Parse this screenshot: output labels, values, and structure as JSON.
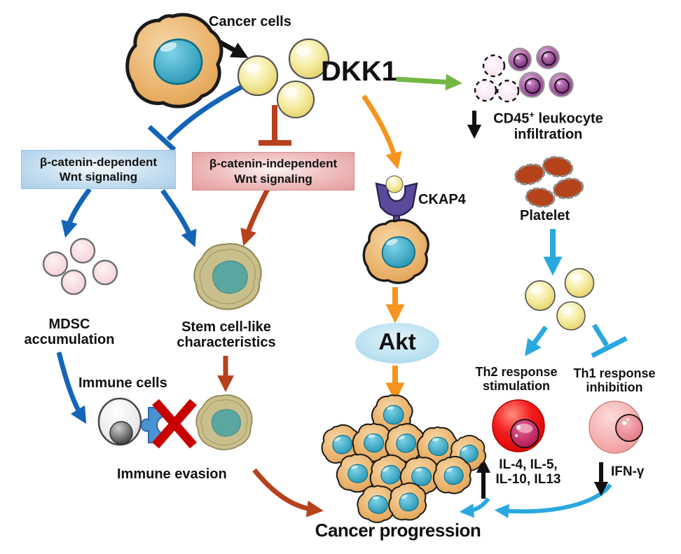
{
  "diagram": {
    "title_entity": "DKK1 signaling pathway diagram",
    "labels": {
      "cancer_cells": "Cancer cells",
      "dkk1": "DKK1",
      "cd45": {
        "p1": "CD45",
        "sup": "+",
        "p2": " leukocyte",
        "line2": "infiltration"
      },
      "wnt_dependent": {
        "line1": "β-catenin-dependent",
        "line2": "Wnt signaling"
      },
      "wnt_independent": {
        "line1": "β-catenin-independent",
        "line2": "Wnt signaling"
      },
      "mdsc": {
        "line1": "MDSC",
        "line2": "accumulation"
      },
      "stem": {
        "line1": "Stem cell-like",
        "line2": "characteristics"
      },
      "immune_cells": "Immune cells",
      "immune_evasion": "Immune evasion",
      "ckap4": "CKAP4",
      "akt": "Akt",
      "platelet": "Platelet",
      "th2": {
        "line1": "Th2 response",
        "line2": "stimulation"
      },
      "th1": {
        "line1": "Th1 response",
        "line2": "inhibition"
      },
      "interleukins": {
        "line1": "IL-4, IL-5,",
        "line2": "IL-10, IL13"
      },
      "ifn_gamma": "IFN-γ",
      "cancer_progression": "Cancer progression"
    },
    "colors": {
      "dark_blue_arrow": "#1464b8",
      "light_blue_arrow": "#29a8e0",
      "orange_arrow": "#f7941d",
      "green_arrow": "#74b744",
      "red_brown_arrow": "#b6411c",
      "black_arrow": "#111111",
      "red_x": "#c80000",
      "box_blue": "#a9cde9",
      "box_pink": "#e49c9c",
      "akt_fill": "#bfe3f2",
      "vesicle_yellow": "#f2e48e",
      "leukocyte_purple": "#9a4b9a",
      "platelet_brown": "#b5431a",
      "mdsc_pink": "#f8dce3",
      "stem_olive": "#c9bf8d",
      "cancer_cell_orange": "#e8a75c",
      "nucleus_teal": "#2a93b0",
      "th2_red": "#ee1111",
      "th1_pink": "#f5a3a3",
      "receptor_purple": "#5b4a9b"
    }
  }
}
